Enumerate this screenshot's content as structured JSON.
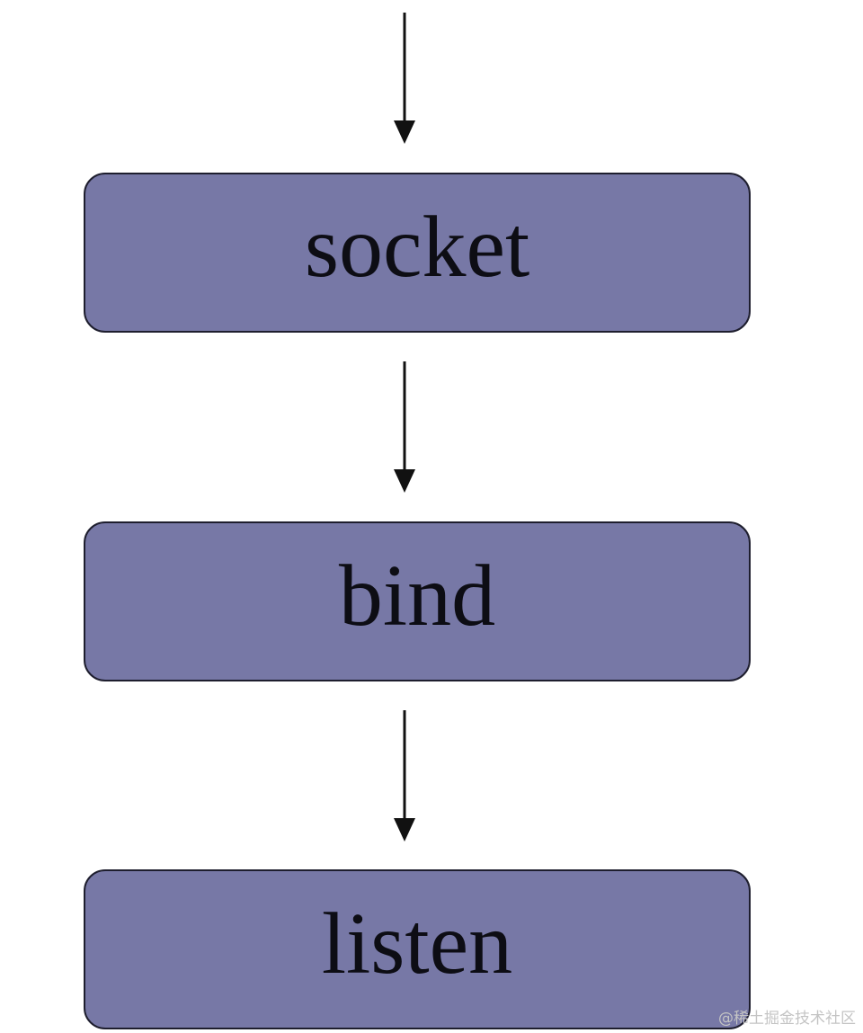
{
  "diagram": {
    "nodes": [
      {
        "id": "socket",
        "label": "socket"
      },
      {
        "id": "bind",
        "label": "bind"
      },
      {
        "id": "listen",
        "label": "listen"
      }
    ],
    "edges": [
      {
        "from": "",
        "to": "socket"
      },
      {
        "from": "socket",
        "to": "bind"
      },
      {
        "from": "bind",
        "to": "listen"
      }
    ],
    "colors": {
      "node_fill": "#7778a6",
      "node_border": "#1e1e2e",
      "text": "#0d0d14",
      "arrow": "#111111"
    }
  },
  "watermark": "@稀土掘金技术社区"
}
